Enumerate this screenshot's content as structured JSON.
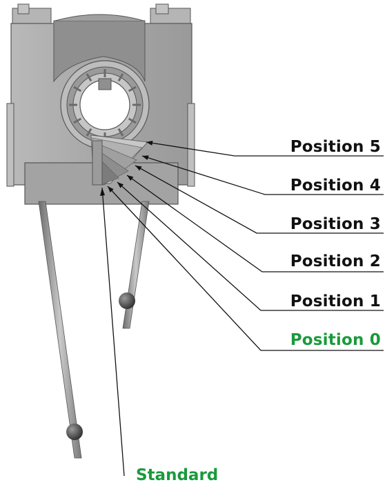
{
  "colors": {
    "standard_green": "#1a9a3c",
    "label_black": "#111111",
    "body_gray": "#a9a9a9",
    "dark_gray": "#7a7a7a",
    "light_gray": "#cfcfcf"
  },
  "labels": [
    {
      "text": "Position 5",
      "highlight": false
    },
    {
      "text": "Position 4",
      "highlight": false
    },
    {
      "text": "Position 3",
      "highlight": false
    },
    {
      "text": "Position 2",
      "highlight": false
    },
    {
      "text": "Position 1",
      "highlight": false
    },
    {
      "text": "Position 0",
      "highlight": true
    }
  ],
  "standard_label": "Standard",
  "icons": {
    "mechanism": "tilt-mechanism-illustration",
    "rod": "operating-rod-icon",
    "ball": "ball-knob-icon"
  }
}
